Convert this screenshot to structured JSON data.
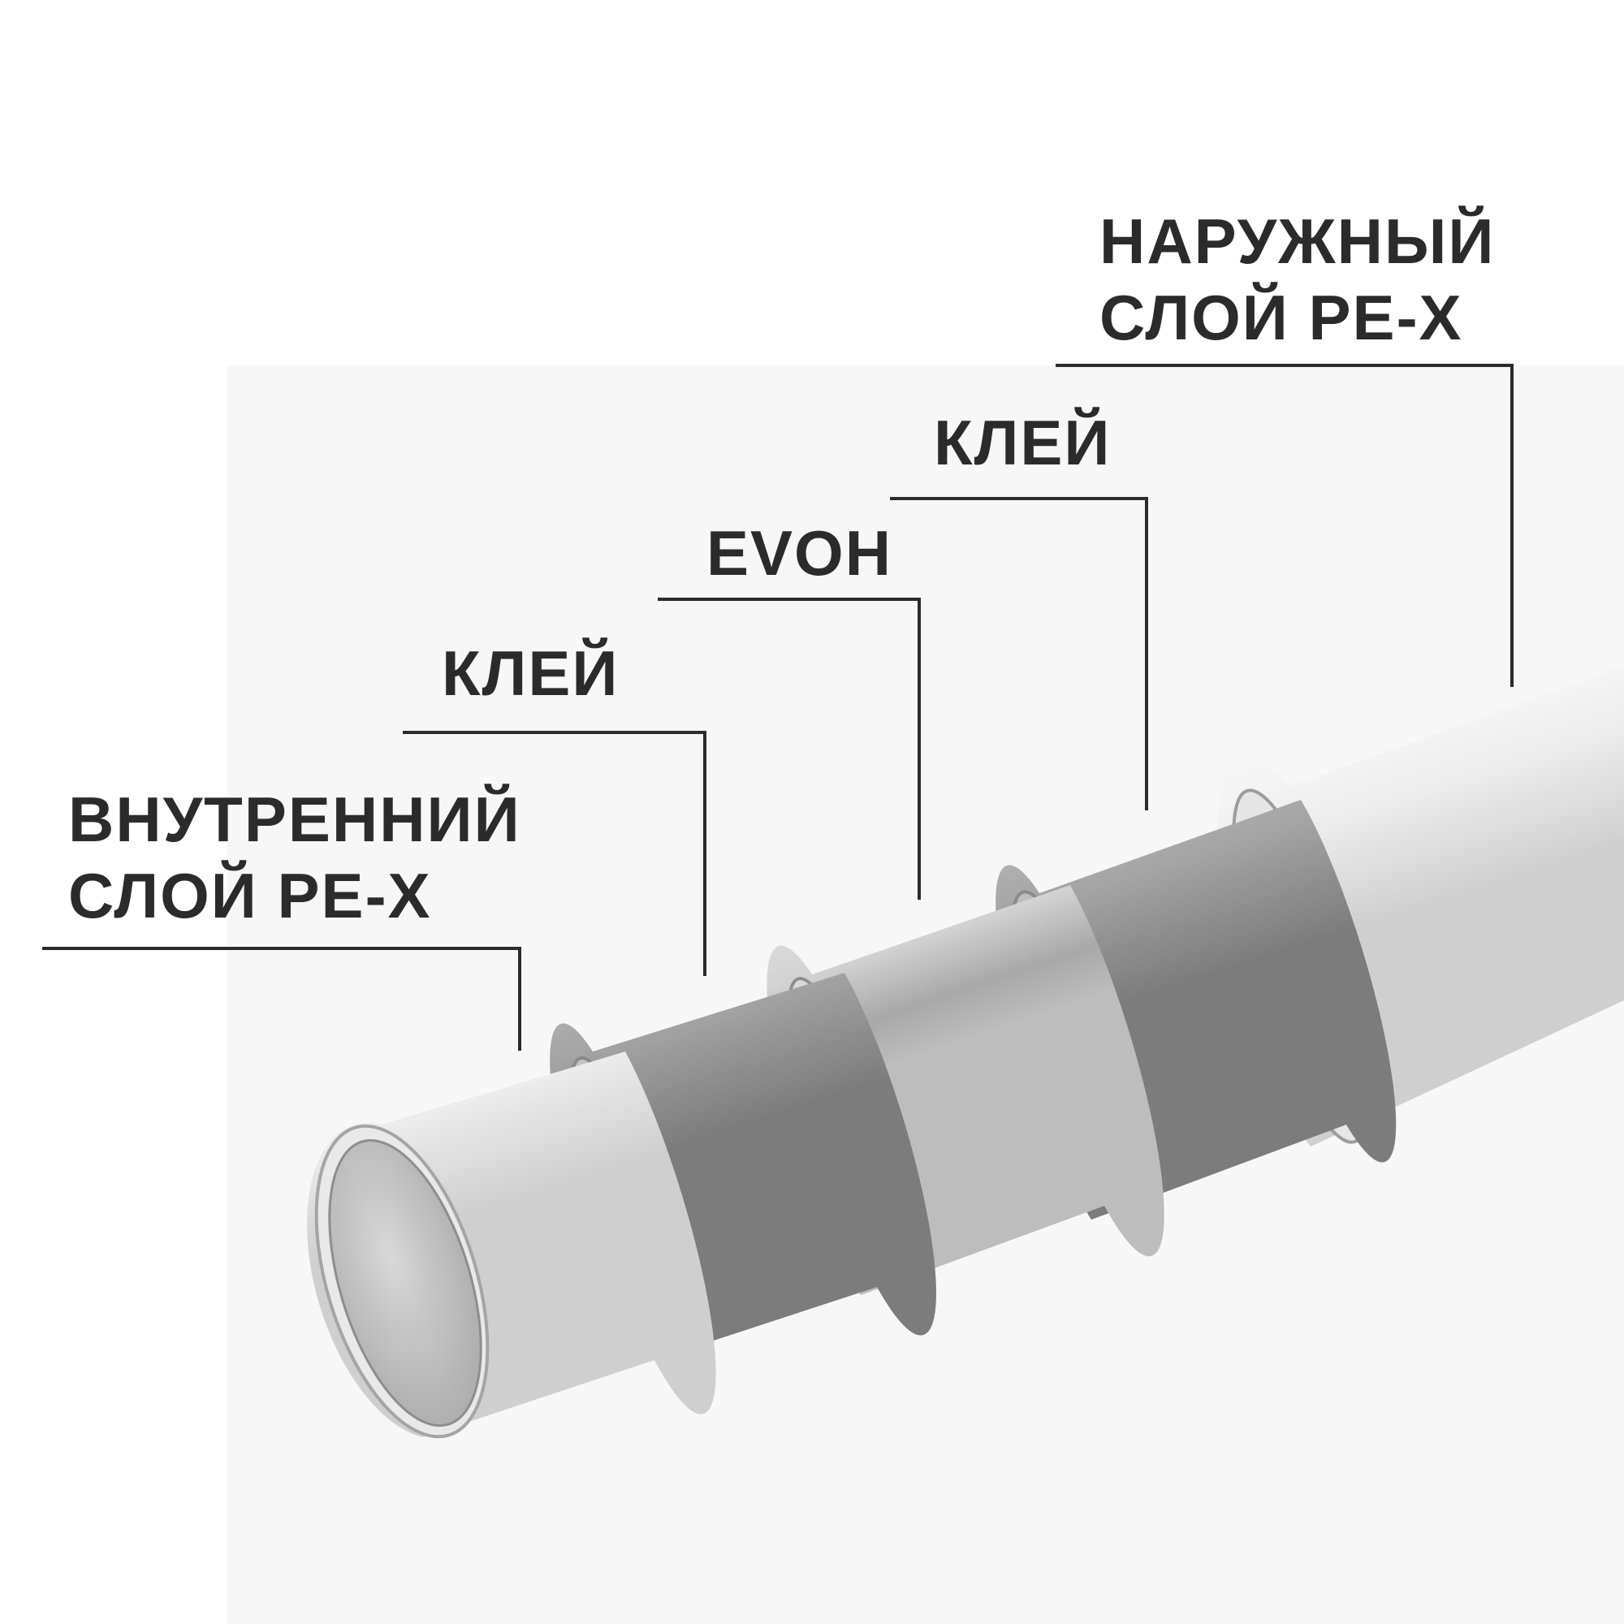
{
  "colors": {
    "text": "#2b2b2b",
    "leader_line": "#2b2b2b",
    "background": "#ffffff",
    "pe_x_white": "#f2f2f2",
    "glue_gray": "#9a9a9a",
    "evoh_silver": "#cfcfcf"
  },
  "labels": {
    "inner": {
      "line1": "ВНУТРЕННИЙ",
      "line2": "СЛОЙ PE-X"
    },
    "glue_inner": {
      "line1": "КЛЕЙ"
    },
    "evoh": {
      "line1": "EVOH"
    },
    "glue_outer": {
      "line1": "КЛЕЙ"
    },
    "outer": {
      "line1": "НАРУЖНЫЙ",
      "line2": "СЛОЙ PE-X"
    }
  }
}
